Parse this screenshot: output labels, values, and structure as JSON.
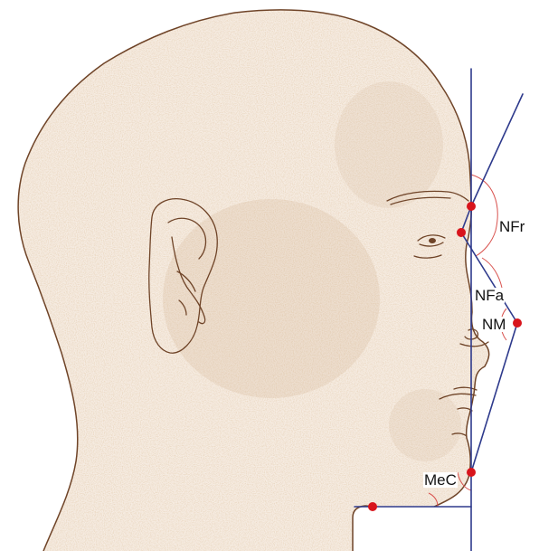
{
  "figure": {
    "type": "facial profile with cephalometric angle measurements",
    "labels": {
      "nfr": "NFr",
      "nfa": "NFa",
      "nm": "NM",
      "mec": "MeC"
    },
    "colors": {
      "line": "#2e3a8c",
      "point": "#d8141c",
      "arc": "#d9534f",
      "skin_outline": "#7a4a2c",
      "skin_texture": "#d4b290"
    }
  }
}
